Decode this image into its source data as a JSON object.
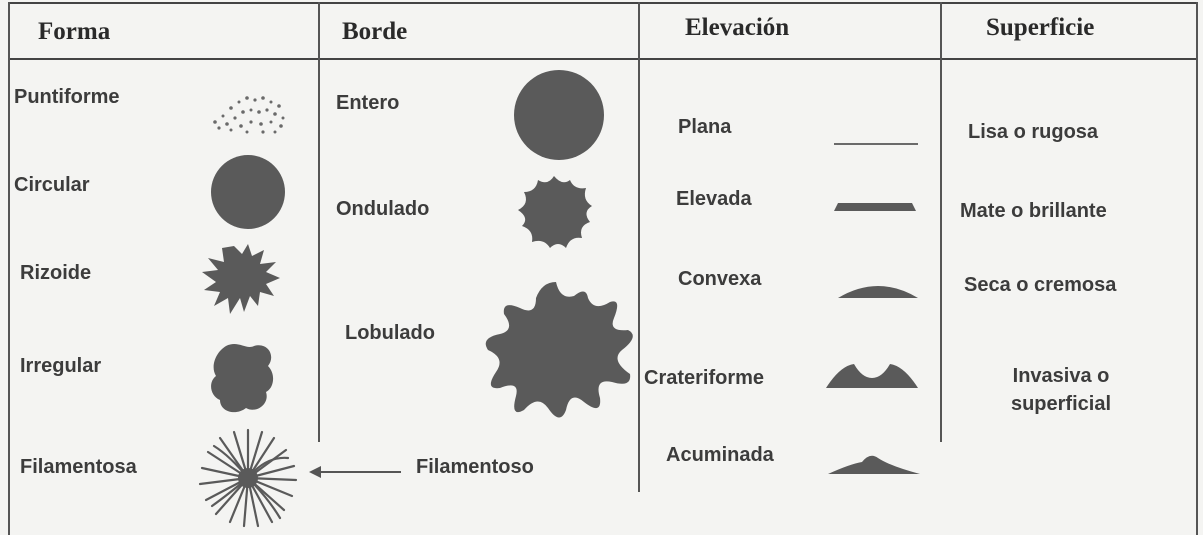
{
  "columns": {
    "forma": {
      "header": "Forma",
      "items": [
        "Puntiforme",
        "Circular",
        "Rizoide",
        "Irregular",
        "Filamentosa"
      ]
    },
    "borde": {
      "header": "Borde",
      "items": [
        "Entero",
        "Ondulado",
        "Lobulado",
        "Filamentoso"
      ]
    },
    "elevacion": {
      "header": "Elevación",
      "items": [
        "Plana",
        "Elevada",
        "Convexa",
        "Crateriforme",
        "Acuminada"
      ]
    },
    "superficie": {
      "header": "Superficie",
      "items": [
        "Lisa o rugosa",
        "Mate o brillante",
        "Seca o cremosa",
        "Invasiva o superficial"
      ]
    }
  },
  "colors": {
    "ink": "#5a5a5a",
    "paper": "#f4f4f2",
    "lines": "#444444"
  }
}
